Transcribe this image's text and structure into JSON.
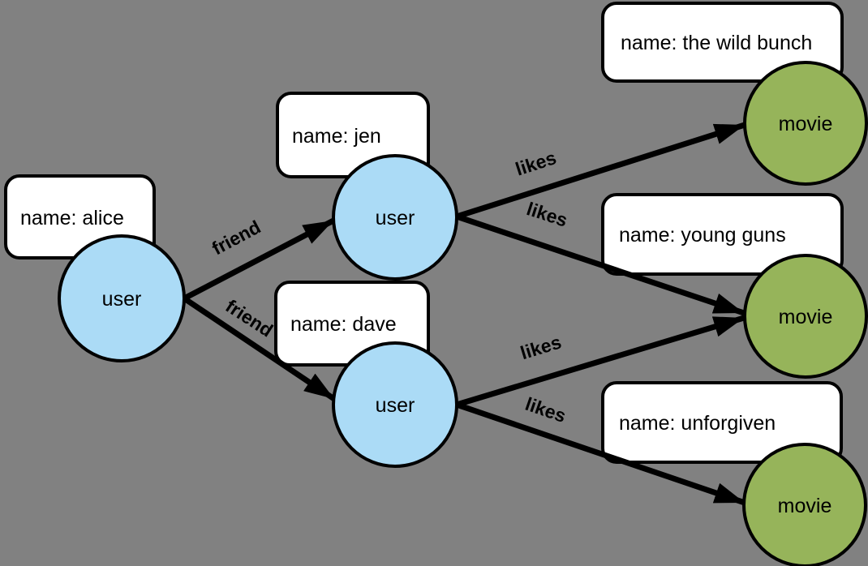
{
  "diagram": {
    "type": "graph",
    "colors": {
      "background": "#818181",
      "user_fill": "#ABDBF6",
      "movie_fill": "#96B45A",
      "box_fill": "#FFFFFF",
      "stroke": "#000000"
    },
    "nodes": [
      {
        "id": "alice",
        "type": "user",
        "label": "user"
      },
      {
        "id": "jen",
        "type": "user",
        "label": "user"
      },
      {
        "id": "dave",
        "type": "user",
        "label": "user"
      },
      {
        "id": "the-wild-bunch",
        "type": "movie",
        "label": "movie"
      },
      {
        "id": "young-guns",
        "type": "movie",
        "label": "movie"
      },
      {
        "id": "unforgiven",
        "type": "movie",
        "label": "movie"
      }
    ],
    "property_boxes": [
      {
        "for": "alice",
        "label": "name: alice"
      },
      {
        "for": "jen",
        "label": "name: jen"
      },
      {
        "for": "dave",
        "label": "name: dave"
      },
      {
        "for": "the-wild-bunch",
        "label": "name: the wild bunch"
      },
      {
        "for": "young-guns",
        "label": "name: young guns"
      },
      {
        "for": "unforgiven",
        "label": "name: unforgiven"
      }
    ],
    "edges": [
      {
        "from": "alice",
        "to": "jen",
        "label": "friend"
      },
      {
        "from": "alice",
        "to": "dave",
        "label": "friend"
      },
      {
        "from": "jen",
        "to": "the-wild-bunch",
        "label": "likes"
      },
      {
        "from": "jen",
        "to": "young-guns",
        "label": "likes"
      },
      {
        "from": "dave",
        "to": "young-guns",
        "label": "likes"
      },
      {
        "from": "dave",
        "to": "unforgiven",
        "label": "likes"
      }
    ]
  }
}
